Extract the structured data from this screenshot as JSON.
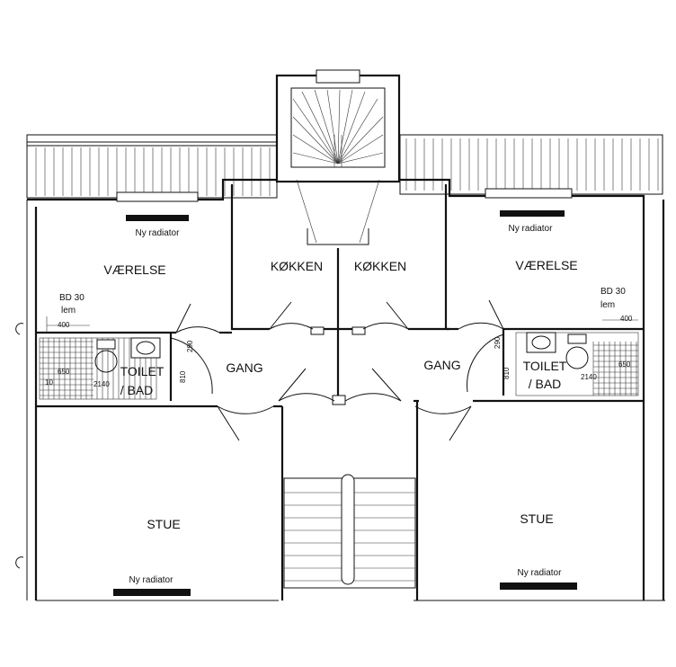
{
  "plan": {
    "rooms": {
      "vaerelse_left": "VÆRELSE",
      "vaerelse_right": "VÆRELSE",
      "kokken_left": "KØKKEN",
      "kokken_right": "KØKKEN",
      "gang_left": "GANG",
      "gang_right": "GANG",
      "stue_left": "STUE",
      "stue_right": "STUE",
      "toilet_left_1": "TOILET",
      "toilet_left_2": "/ BAD",
      "toilet_right_1": "TOILET",
      "toilet_right_2": "/ BAD"
    },
    "notes": {
      "radiator_top_left": "Ny radiator",
      "radiator_top_right": "Ny radiator",
      "radiator_bottom_left": "Ny radiator",
      "radiator_bottom_right": "Ny radiator",
      "bd_left_1": "BD 30",
      "bd_left_2": "lem",
      "bd_right_1": "BD 30",
      "bd_right_2": "lem"
    },
    "dimensions": {
      "left_400": "400",
      "left_650": "650",
      "left_2140": "2140",
      "left_290": "290",
      "left_810": "810",
      "left_10": "10",
      "right_400": "400",
      "right_650": "650",
      "right_2140": "2140",
      "right_290": "290",
      "right_810": "810"
    }
  }
}
